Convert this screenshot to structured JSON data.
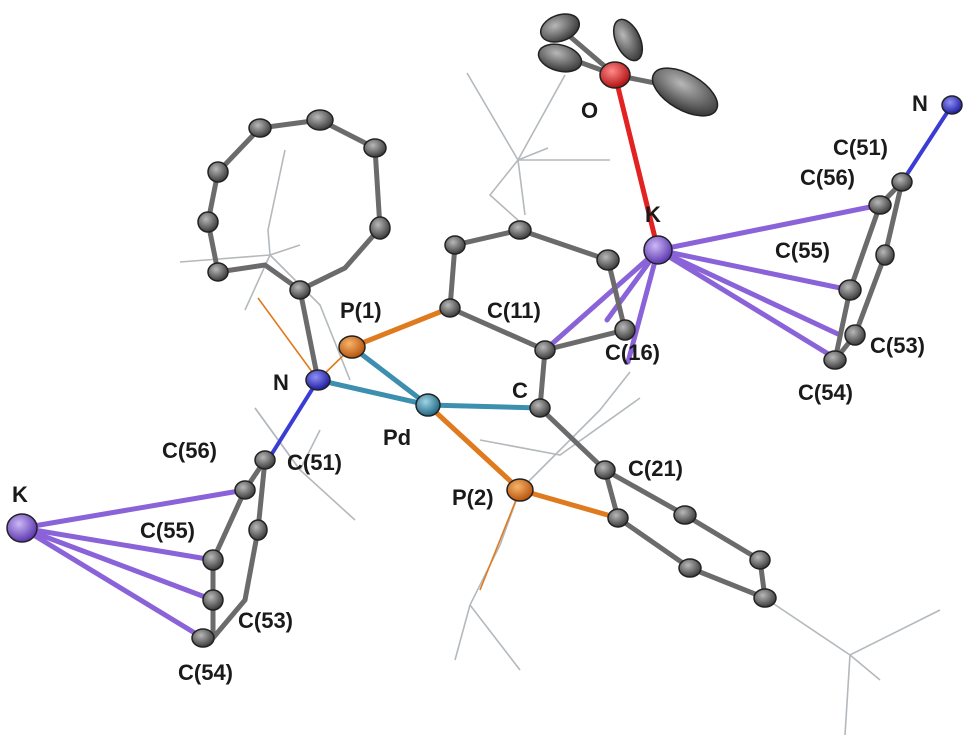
{
  "colors": {
    "carbon": "#6b6b6b",
    "carbon_light": "#a8a8a8",
    "phosphorus": "#e07a1f",
    "nitrogen": "#3b3bd6",
    "oxygen": "#e32222",
    "palladium": "#3d8fb0",
    "potassium": "#8a63d9",
    "wire": "#b4b9bd",
    "label": "#1a1a1a"
  },
  "labels": {
    "O": "O",
    "N_top": "N",
    "C51_top": "C(51)",
    "C56_top": "C(56)",
    "K_top": "K",
    "C55_top": "C(55)",
    "C53_top": "C(53)",
    "C54_top": "C(54)",
    "P1": "P(1)",
    "C11": "C(11)",
    "C16": "C(16)",
    "N_mid": "N",
    "Pd": "Pd",
    "C": "C",
    "C56_left": "C(56)",
    "C51_left": "C(51)",
    "K_left": "K",
    "C55_left": "C(55)",
    "C53_left": "C(53)",
    "C54_left": "C(54)",
    "P2": "P(2)",
    "C21": "C(21)"
  },
  "icons": {
    "ellipsoid": "thermal-ellipsoid-icon"
  }
}
